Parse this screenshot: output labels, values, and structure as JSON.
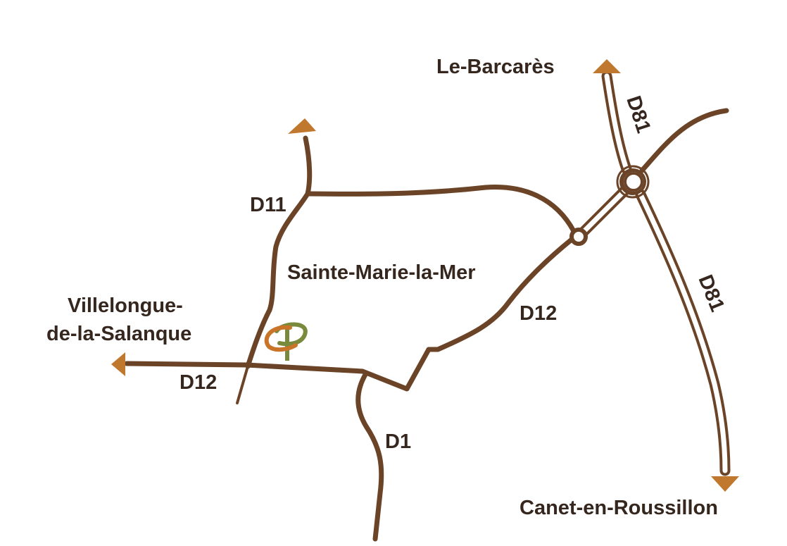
{
  "colors": {
    "road": "#6b4428",
    "arrow": "#c0772e",
    "text": "#35261e",
    "logo_orange": "#c8752a",
    "logo_green": "#7a8a3c"
  },
  "places": {
    "le_barcares": "Le-Barcarès",
    "villelongue_line1": "Villelongue-",
    "villelongue_line2": "de-la-Salanque",
    "sainte_marie": "Sainte-Marie-la-Mer",
    "canet": "Canet-en-Roussillon"
  },
  "roads": {
    "d11": "D11",
    "d12_west": "D12",
    "d12_east": "D12",
    "d1": "D1",
    "d81_north": "D81",
    "d81_south": "D81"
  },
  "logo": "campsite-logo"
}
